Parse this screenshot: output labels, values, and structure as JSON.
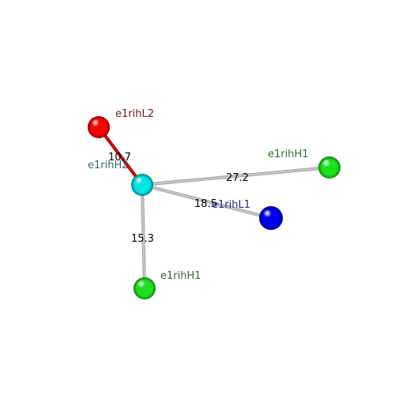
{
  "nodes": [
    {
      "id": "L2",
      "label": "e1rihL2",
      "color": "#ff0000",
      "label_color": "#6b1a1a"
    },
    {
      "id": "H2",
      "label": "e1rihH2",
      "color": "#00e5e5",
      "label_color": "#2f6b78"
    },
    {
      "id": "H1a",
      "label": "e1rihH1",
      "color": "#1fe01f",
      "label_color": "#2e6b2e"
    },
    {
      "id": "L1",
      "label": "e1rihL1",
      "color": "#0000ee",
      "label_color": "#2a2a8a"
    },
    {
      "id": "H1b",
      "label": "e1rihH1",
      "color": "#1fe01f",
      "label_color": "#2e6b2e"
    }
  ],
  "edges": [
    {
      "from": "H2",
      "to": "L2",
      "label": "10.7",
      "color": "#dd0000"
    },
    {
      "from": "H2",
      "to": "H1a",
      "label": "27.2",
      "color": "#c8c8c8"
    },
    {
      "from": "H2",
      "to": "L1",
      "label": "18.5",
      "color": "#c8c8c8"
    },
    {
      "from": "H2",
      "to": "H1b",
      "label": "15.3",
      "color": "#c8c8c8"
    }
  ]
}
